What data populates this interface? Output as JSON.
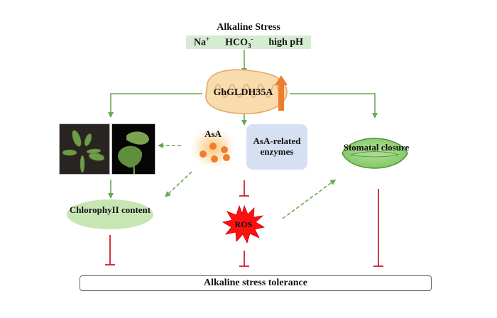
{
  "title": "Alkaline Stress",
  "stressors": [
    {
      "base": "Na",
      "sup": "+",
      "sub": ""
    },
    {
      "base": "HCO",
      "sub": "3",
      "sup": "-"
    },
    {
      "base": "high pH",
      "sub": "",
      "sup": ""
    }
  ],
  "gene": {
    "label": "GhGLDH35A",
    "indicator": "upregulated-arrow"
  },
  "nodes": {
    "asa": "AsA",
    "asa_enzymes": "AsA-related enzymes",
    "stomatal": "Stomatal closure",
    "chlorophyll": "ChlorophyII content",
    "ros": "ROS",
    "tolerance": "Alkaline stress tolerance"
  },
  "images": [
    {
      "name": "plant-photo-rosette",
      "description": "Arabidopsis rosette on soil"
    },
    {
      "name": "plant-photo-cotton",
      "description": "Cotton seedling on black background"
    }
  ],
  "edges": [
    {
      "from": "stress",
      "to": "gene",
      "type": "activation"
    },
    {
      "from": "gene",
      "to": "plant-photos",
      "type": "activation"
    },
    {
      "from": "gene",
      "to": "asa_enzymes",
      "type": "activation"
    },
    {
      "from": "gene",
      "to": "stomatal",
      "type": "activation"
    },
    {
      "from": "asa",
      "to": "plant-photos",
      "type": "dashed-activation"
    },
    {
      "from": "asa",
      "to": "chlorophyll",
      "type": "dashed-activation"
    },
    {
      "from": "plant-photos",
      "to": "chlorophyll",
      "type": "activation"
    },
    {
      "from": "asa_enzymes",
      "to": "ros",
      "type": "inhibition"
    },
    {
      "from": "ros",
      "to": "stomatal",
      "type": "dashed-activation"
    },
    {
      "from": "chlorophyll",
      "to": "tolerance",
      "type": "inhibition"
    },
    {
      "from": "ros",
      "to": "tolerance",
      "type": "inhibition"
    },
    {
      "from": "stomatal",
      "to": "tolerance",
      "type": "inhibition"
    }
  ],
  "colors": {
    "activation": "#6aa84f",
    "inhibition": "#d0202a",
    "ions_bg": "#d6ecd2",
    "mito_fill": "#f9dcae",
    "mito_stroke": "#e2a86a",
    "up_arrow": "#ef7d2f",
    "enzymes_bg": "#d5e0f2",
    "chlorophyll_bg": "#c8e6b4",
    "stomatal_fill": "#93d07a",
    "ros_fill": "#ff1010",
    "asa_dot": "#ef7d2f"
  }
}
